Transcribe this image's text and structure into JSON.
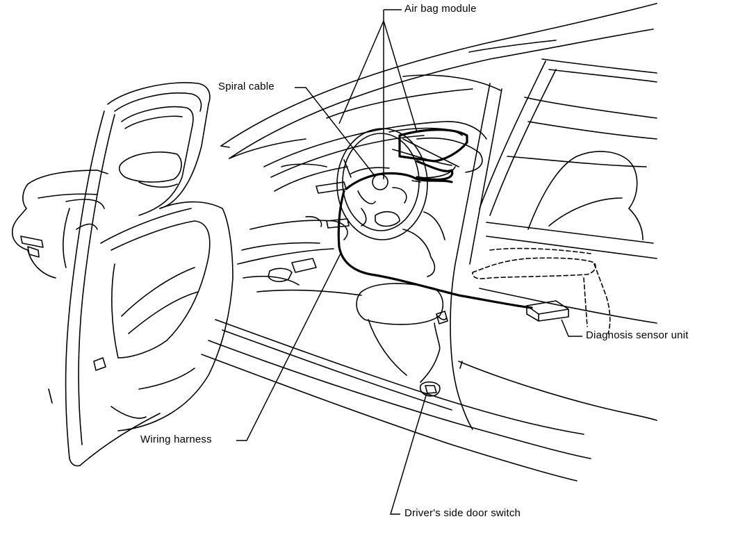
{
  "labels": {
    "air_bag_module": "Air bag module",
    "spiral_cable": "Spiral cable",
    "diagnosis_sensor_unit": "Diagnosis sensor unit",
    "wiring_harness": "Wiring harness",
    "door_switch": "Driver's side door switch"
  },
  "colors": {
    "line": "#000000",
    "background": "#ffffff"
  }
}
